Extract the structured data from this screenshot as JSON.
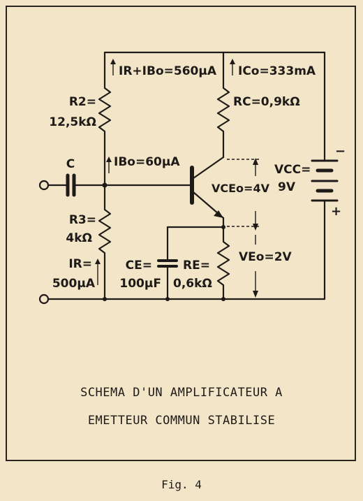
{
  "labels": {
    "ir_ibo": "IR+IBo=560µA",
    "ico": "ICo=333mA",
    "r2_name": "R2=",
    "r2_value": "12,5kΩ",
    "rc": "RC=0,9kΩ",
    "c": "C",
    "ibo": "IBo=60µA",
    "vcc_name": "VCC=",
    "vcc_value": "9V",
    "vceo": "VCEo=4V",
    "minus": "−",
    "plus": "+",
    "r3_name": "R3=",
    "r3_value": "4kΩ",
    "ce_name": "CE=",
    "ce_value": "100µF",
    "re_name": "RE=",
    "re_value": "0,6kΩ",
    "veo": "VEo=2V",
    "ir_name": "IR=",
    "ir_value": "500µA"
  },
  "caption": {
    "line1": "SCHEMA D'UN AMPLIFICATEUR A",
    "line2": "EMETTEUR COMMUN STABILISE"
  },
  "figure_label": "Fig. 4"
}
